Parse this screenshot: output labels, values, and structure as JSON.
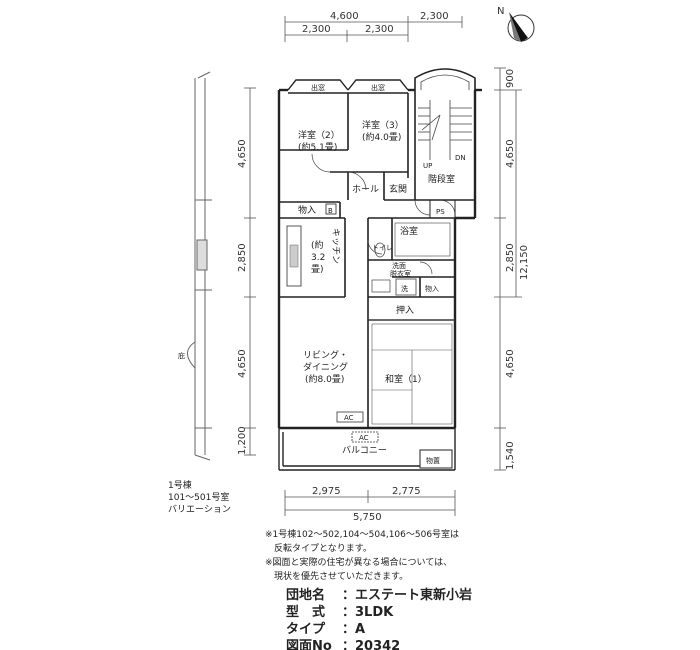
{
  "compass": {
    "label": "N"
  },
  "dims_top": {
    "overall": "4,600",
    "right": "2,300",
    "sub_left": "2,300",
    "sub_mid": "2,300"
  },
  "dims_left": {
    "d1": "4,650",
    "d2": "2,850",
    "d3": "4,650",
    "d4": "1,200"
  },
  "dims_right": {
    "d1": "900",
    "d2": "4,650",
    "d3": "2,850",
    "d4": "4,650",
    "d5": "1,540",
    "total": "12,150"
  },
  "dims_bottom": {
    "left": "2,975",
    "right": "2,775",
    "total": "5,750"
  },
  "rooms": {
    "western2": {
      "name": "洋室（2）",
      "size": "(約5.1畳)"
    },
    "western3": {
      "name": "洋室（3）",
      "size": "(約4.0畳)"
    },
    "bay1": "出窓",
    "bay2": "出窓",
    "stair": "階段室",
    "up": "UP",
    "dn": "DN",
    "hall": "ホール",
    "entrance": "玄関",
    "storage1": "物入",
    "b": "B",
    "ps": "PS",
    "kitchen": {
      "name1": "キッチン",
      "size1": "(約",
      "size2": "3.2",
      "size3": "畳)"
    },
    "bath": "浴室",
    "toilet": "トイレ",
    "washroom": {
      "l1": "洗面",
      "l2": "脱衣室"
    },
    "wash": "洗",
    "storage2": "物入",
    "closet": "押入",
    "living": {
      "l1": "リビング・",
      "l2": "ダイニング",
      "size": "(約8.0畳)"
    },
    "japanese": "和室（1）",
    "ac1": "AC",
    "ac2": "AC",
    "balcony": "バルコニー",
    "storage3": "物置",
    "niwa": "庇"
  },
  "variation": {
    "l1": "1号棟",
    "l2": "101～501号室",
    "l3": "バリエーション"
  },
  "notes": {
    "n1": "※1号棟102～502,104～504,106～506号室は",
    "n2": "　反転タイプとなります。",
    "n3": "※図面と実際の住宅が異なる場合については、",
    "n4": "　現状を優先させていただきます。"
  },
  "info": [
    {
      "key": "団地名",
      "value": "：エステート東新小岩"
    },
    {
      "key": "型　式",
      "value": "：3LDK"
    },
    {
      "key": "タイプ",
      "value": "：A"
    },
    {
      "key": "図面No",
      "value": "：20342"
    }
  ]
}
